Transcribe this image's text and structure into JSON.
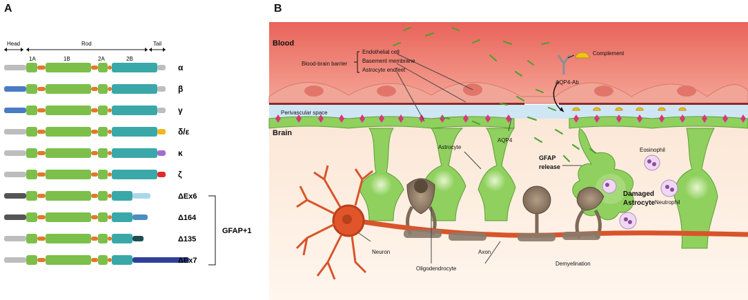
{
  "panel_a": {
    "letter": "A",
    "domains": {
      "head": "Head",
      "rod": "Rod",
      "tail": "Tail",
      "segments": [
        "1A",
        "1B",
        "2A",
        "2B"
      ]
    },
    "isoforms": [
      {
        "label": "α",
        "tail_color": "#bdbdbd",
        "head_color": "#bdbdbd"
      },
      {
        "label": "β",
        "tail_color": "#bdbdbd",
        "head_color": "#4a7cc4"
      },
      {
        "label": "γ",
        "tail_color": "#bdbdbd",
        "head_color": "#4a7cc4"
      },
      {
        "label": "δ/ε",
        "tail_color": "#f2b71e",
        "head_color": "#bdbdbd"
      },
      {
        "label": "κ",
        "tail_color": "#a36ad0",
        "head_color": "#bdbdbd"
      },
      {
        "label": "ζ",
        "tail_color": "#e02a2a",
        "head_color": "#bdbdbd"
      },
      {
        "label": "ΔEx6",
        "tail_color": "#a8d8ea",
        "head_color": "#555555"
      },
      {
        "label": "Δ164",
        "tail_color": "#4a8ec4",
        "head_color": "#555555"
      },
      {
        "label": "Δ135",
        "tail_color": "#1f4e52",
        "head_color": "#bdbdbd"
      },
      {
        "label": "ΔEx7",
        "tail_color": "#2f3f9a",
        "head_color": "#bdbdbd"
      }
    ],
    "group_label": "GFAP+1",
    "colors": {
      "rod": "#7cbf4a",
      "linker": "#e07a2a",
      "coil2b": "#3aa8a8"
    }
  },
  "panel_b": {
    "letter": "B",
    "labels": {
      "blood": "Blood",
      "brain": "Brain",
      "bbb": "Blood-brain barrier",
      "endothelial": "Endothelial cell",
      "basement": "Basement membrane",
      "endfeet": "Astrocyte endfeet",
      "perivascular": "Perivascular space",
      "aqp4": "AQP4",
      "aqp4_ab": "AQP4-Ab",
      "complement": "Complement",
      "astrocyte": "Astrocyte",
      "gfap_release_1": "GFAP",
      "gfap_release_2": "release",
      "eosinophil": "Eosinophil",
      "damaged_1": "Damaged",
      "damaged_2": "Astrocyte",
      "neutrophil": "Neutrophil",
      "neuron": "Neuron",
      "oligodendrocyte": "Oligodendrocyte",
      "axon": "Axon",
      "demyelination": "Demyelination"
    },
    "colors": {
      "blood": "#e8706a",
      "endothelium": "#f2a99a",
      "perivascular": "#cfe6f5",
      "astrocyte": "#8fd05e",
      "neuron": "#e0562a",
      "oligo": "#8a7a6a",
      "aqp4": "#d6387a"
    }
  }
}
